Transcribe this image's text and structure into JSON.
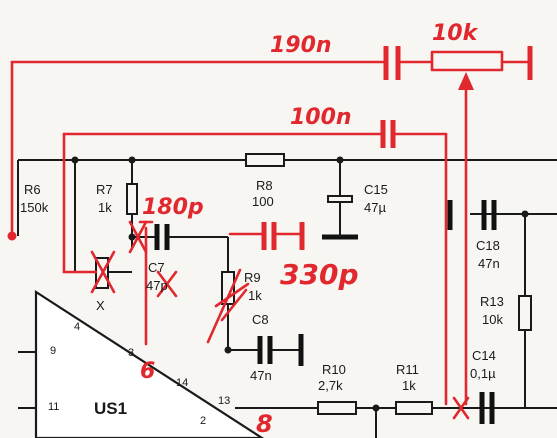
{
  "colors": {
    "ink": "#1a1a1a",
    "annotation": "#e0282e",
    "paper": "#f7f6f2"
  },
  "annotations": {
    "cap_top": "190n",
    "pot": "10k",
    "cap_mid": "100n",
    "cap_180p": "180p",
    "cap_330p": "330p",
    "pin6": "6",
    "pin8": "8"
  },
  "components": {
    "r6": {
      "name": "R6",
      "value": "150k"
    },
    "r7": {
      "name": "R7",
      "value": "1k"
    },
    "r8": {
      "name": "R8",
      "value": "100"
    },
    "c15": {
      "name": "C15",
      "value": "47µ"
    },
    "c7": {
      "name": "C7",
      "value": "47p"
    },
    "x": {
      "name": "X"
    },
    "r9": {
      "name": "R9",
      "value": "1k"
    },
    "c8": {
      "name": "C8",
      "value": "47n"
    },
    "c18": {
      "name": "C18",
      "value": "47n"
    },
    "r13": {
      "name": "R13",
      "value": "10k"
    },
    "c14": {
      "name": "C14",
      "value": "0,1µ"
    },
    "r10": {
      "name": "R10",
      "value": "2,7k"
    },
    "r11": {
      "name": "R11",
      "value": "1k"
    }
  },
  "ic": {
    "name": "US1",
    "pins": {
      "p4": "4",
      "p9": "9",
      "p3": "3",
      "p14": "14",
      "p13": "13",
      "p11": "11",
      "p2": "2"
    }
  }
}
